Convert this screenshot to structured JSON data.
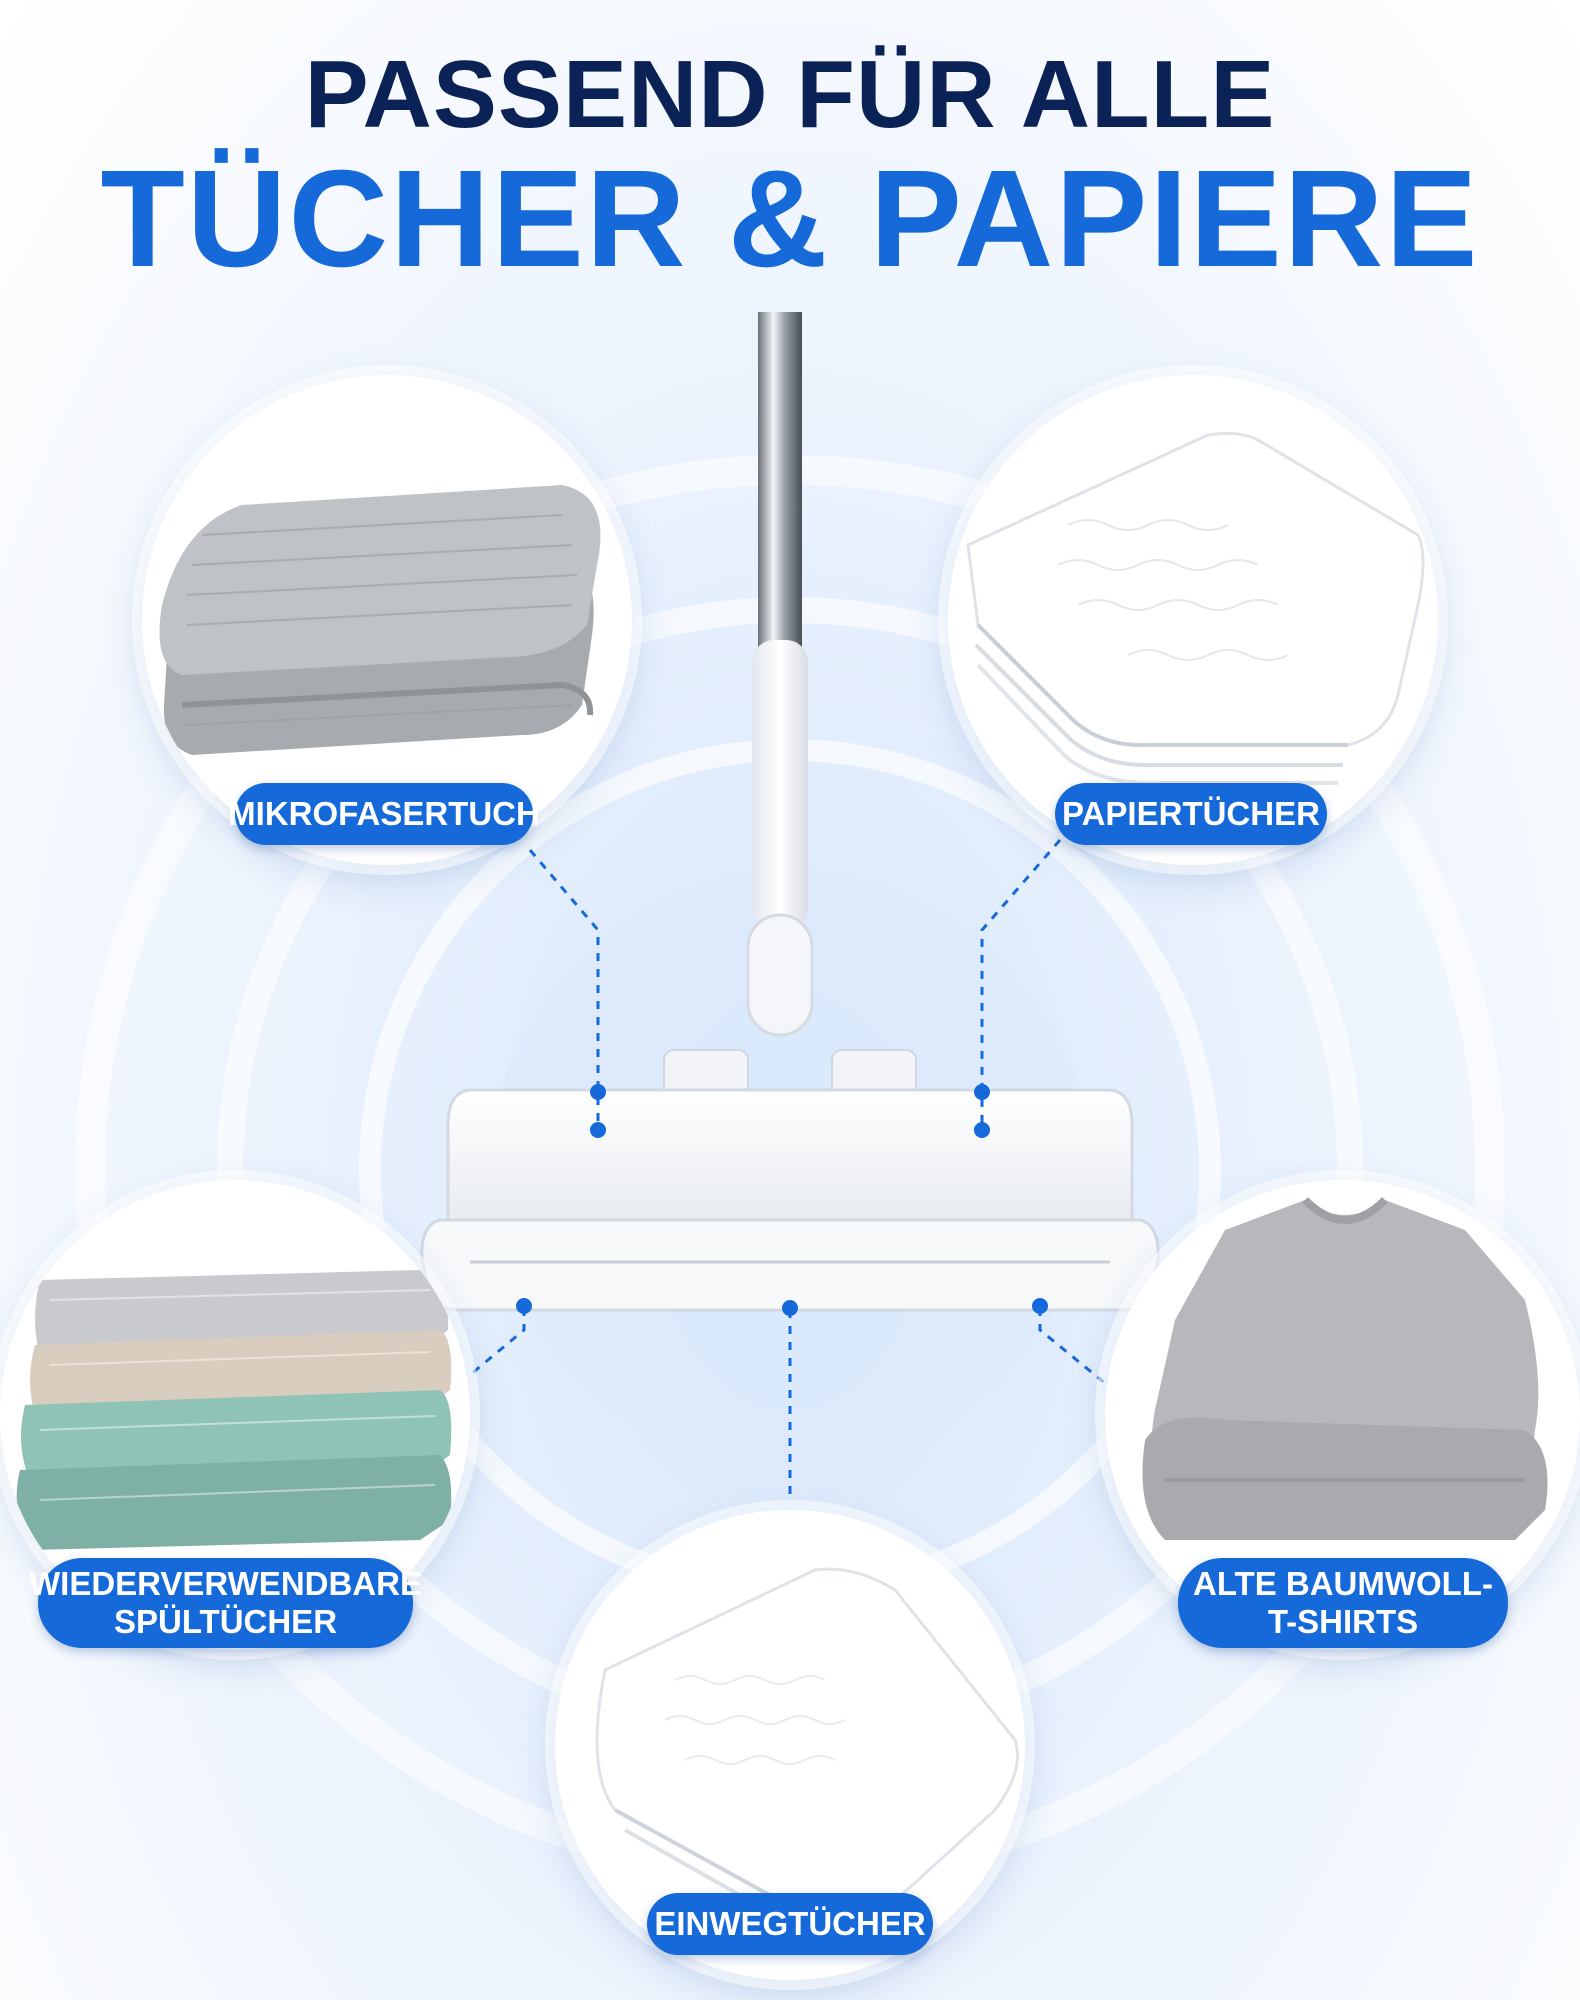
{
  "header": {
    "line1": "PASSEND FÜR ALLE",
    "line2": "TÜCHER & PAPIERE"
  },
  "items": [
    {
      "label": "MIKROFASERTUCH",
      "icon": "microfiber-cloth-image"
    },
    {
      "label": "PAPIERTÜCHER",
      "icon": "paper-towel-image"
    },
    {
      "label": "WIEDERVERWENDBARE\nSPÜLTÜCHER",
      "icon": "dish-cloths-image"
    },
    {
      "label": "ALTE BAUMWOLL-\nT-SHIRTS",
      "icon": "cotton-tshirt-image"
    },
    {
      "label": "EINWEGTÜCHER",
      "icon": "disposable-cloth-image"
    }
  ],
  "colors": {
    "accent": "#1669d8",
    "title_dark": "#0b2256",
    "background": "#e8f1fd"
  }
}
